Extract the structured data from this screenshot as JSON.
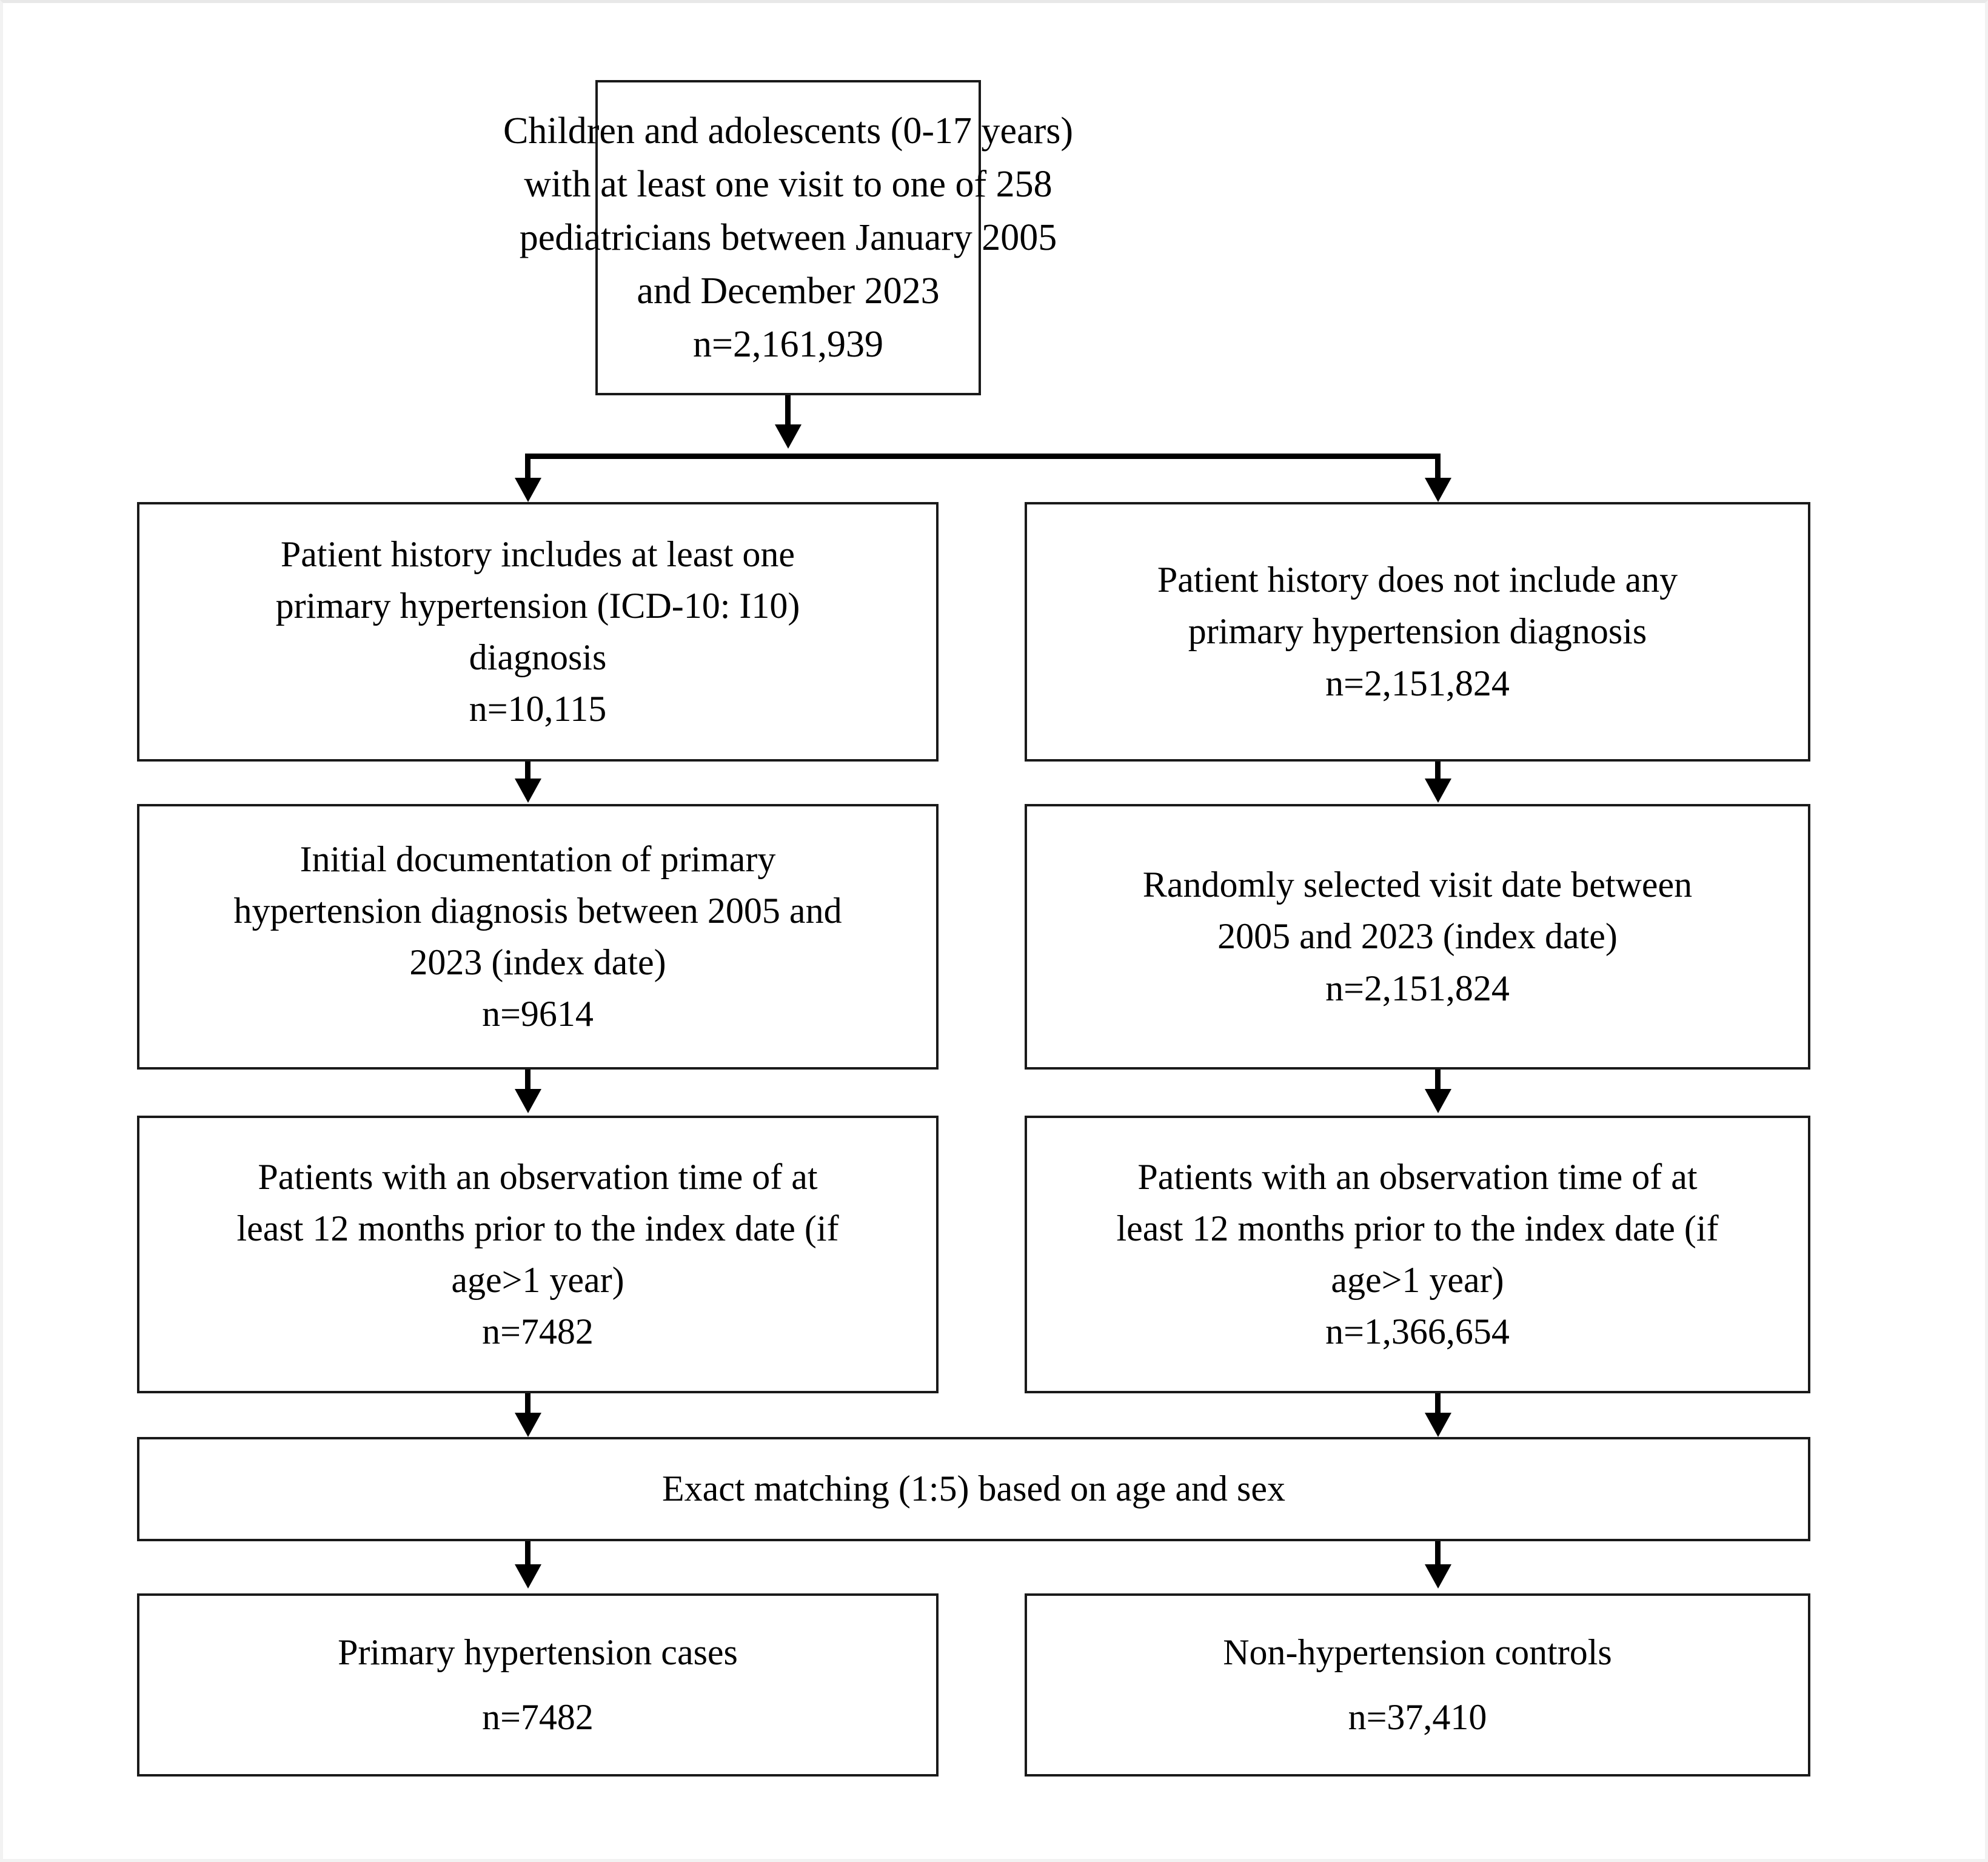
{
  "diagram": {
    "title": "Study population flowchart",
    "type": "flowchart",
    "colors": {
      "box_border": "#1a1a1a",
      "connector": "#000000",
      "background": "#ffffff"
    },
    "nodes": {
      "source_population": {
        "lines": [
          "Children and adolescents (0-17 years)",
          "with at least one visit to one of 258",
          "pediatricians between January 2005",
          "and December 2023",
          "n=2,161,939"
        ],
        "n_label": "n=2,161,939",
        "n_value": 2161939
      },
      "cases_step1": {
        "lines": [
          "Patient history includes at least one",
          "primary hypertension (ICD-10: I10)",
          "diagnosis",
          "n=10,115"
        ],
        "n_label": "n=10,115",
        "n_value": 10115
      },
      "controls_step1": {
        "lines": [
          "Patient history does not include any",
          "primary hypertension diagnosis",
          "n=2,151,824"
        ],
        "n_label": "n=2,151,824",
        "n_value": 2151824
      },
      "cases_step2": {
        "lines": [
          "Initial documentation of primary",
          "hypertension diagnosis between 2005 and",
          "2023 (index date)",
          "n=9614"
        ],
        "n_label": "n=9614",
        "n_value": 9614
      },
      "controls_step2": {
        "lines": [
          "Randomly selected visit date between",
          "2005 and 2023 (index date)",
          "n=2,151,824"
        ],
        "n_label": "n=2,151,824",
        "n_value": 2151824
      },
      "cases_step3": {
        "lines": [
          "Patients with an observation time of at",
          "least 12 months prior to the index date (if",
          "age>1 year)",
          "n=7482"
        ],
        "n_label": "n=7482",
        "n_value": 7482
      },
      "controls_step3": {
        "lines": [
          "Patients with an observation time of at",
          "least 12 months prior to the index date (if",
          "age>1 year)",
          "n=1,366,654"
        ],
        "n_label": "n=1,366,654",
        "n_value": 1366654
      },
      "matching": {
        "lines": [
          "Exact matching (1:5) based on age and sex"
        ],
        "ratio": "1:5",
        "criteria": [
          "age",
          "sex"
        ]
      },
      "cases_final": {
        "lines": [
          "Primary hypertension cases",
          "n=7482"
        ],
        "n_label": "n=7482",
        "n_value": 7482
      },
      "controls_final": {
        "lines": [
          "Non-hypertension controls",
          "n=37,410"
        ],
        "n_label": "n=37,410",
        "n_value": 37410
      }
    }
  }
}
